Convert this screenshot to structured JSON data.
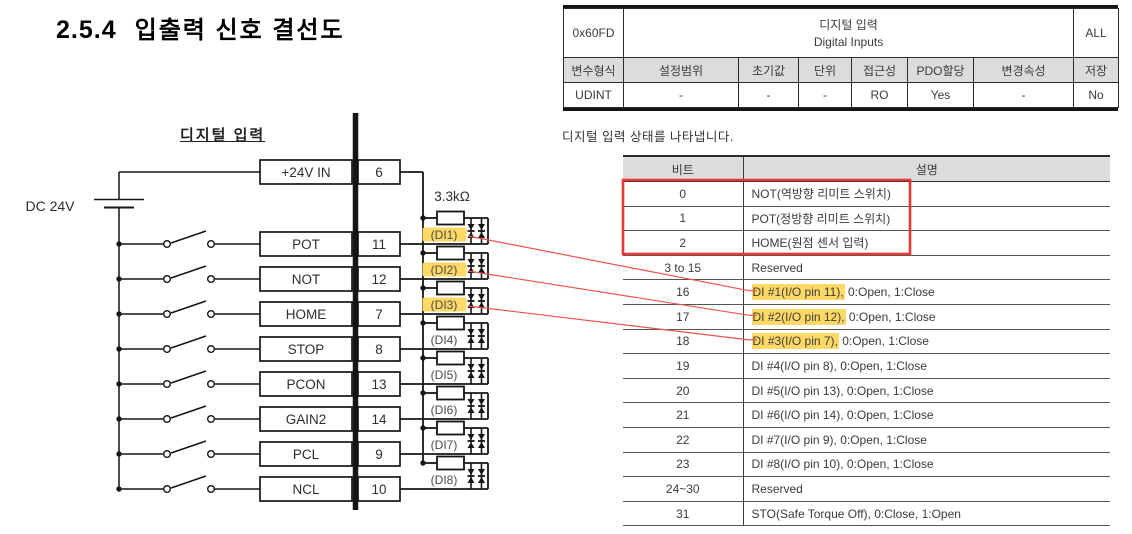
{
  "page": {
    "section_number": "2.5.4",
    "section_title": "입출력 신호 결선도",
    "description": "디지털 입력 상태를 나타냅니다."
  },
  "diagram": {
    "heading": "디지털 입력",
    "power_label": "DC 24V",
    "resistor_label": "3.3kΩ",
    "power_row": {
      "label": "+24V IN",
      "pin": "6"
    },
    "inputs": [
      {
        "label": "POT",
        "pin": "11",
        "di": "(DI1)",
        "highlight": true
      },
      {
        "label": "NOT",
        "pin": "12",
        "di": "(DI2)",
        "highlight": true
      },
      {
        "label": "HOME",
        "pin": "7",
        "di": "(DI3)",
        "highlight": true
      },
      {
        "label": "STOP",
        "pin": "8",
        "di": "(DI4)",
        "highlight": false
      },
      {
        "label": "PCON",
        "pin": "13",
        "di": "(DI5)",
        "highlight": false
      },
      {
        "label": "GAIN2",
        "pin": "14",
        "di": "(DI6)",
        "highlight": false
      },
      {
        "label": "PCL",
        "pin": "9",
        "di": "(DI7)",
        "highlight": false
      },
      {
        "label": "NCL",
        "pin": "10",
        "di": "(DI8)",
        "highlight": false
      }
    ]
  },
  "register_table": {
    "index": "0x60FD",
    "name_ko": "디지털 입력",
    "name_en": "Digital Inputs",
    "scope": "ALL",
    "headers": [
      "변수형식",
      "설정범위",
      "초기값",
      "단위",
      "접근성",
      "PDO할당",
      "변경속성",
      "저장"
    ],
    "values": [
      "UDINT",
      "-",
      "-",
      "-",
      "RO",
      "Yes",
      "-",
      "No"
    ]
  },
  "bits_table": {
    "headers": [
      "비트",
      "설명"
    ],
    "rows": [
      {
        "bit": "0",
        "highlight": "",
        "rest": "NOT(역방향 리미트 스위치)"
      },
      {
        "bit": "1",
        "highlight": "",
        "rest": "POT(정방향 리미트 스위치)"
      },
      {
        "bit": "2",
        "highlight": "",
        "rest": "HOME(원점 센서 입력)"
      },
      {
        "bit": "3 to 15",
        "highlight": "",
        "rest": "Reserved"
      },
      {
        "bit": "16",
        "highlight": "DI #1(I/O pin 11),",
        "rest": " 0:Open, 1:Close"
      },
      {
        "bit": "17",
        "highlight": "DI #2(I/O pin 12),",
        "rest": " 0:Open, 1:Close"
      },
      {
        "bit": "18",
        "highlight": "DI #3(I/O pin 7),",
        "rest": " 0:Open, 1:Close"
      },
      {
        "bit": "19",
        "highlight": "",
        "rest": "DI #4(I/O pin 8), 0:Open, 1:Close"
      },
      {
        "bit": "20",
        "highlight": "",
        "rest": "DI #5(I/O pin 13), 0:Open, 1:Close"
      },
      {
        "bit": "21",
        "highlight": "",
        "rest": "DI #6(I/O pin 14), 0:Open, 1:Close"
      },
      {
        "bit": "22",
        "highlight": "",
        "rest": "DI #7(I/O pin 9), 0:Open, 1:Close"
      },
      {
        "bit": "23",
        "highlight": "",
        "rest": "DI #8(I/O pin 10), 0:Open, 1:Close"
      },
      {
        "bit": "24~30",
        "highlight": "",
        "rest": "Reserved"
      },
      {
        "bit": "31",
        "highlight": "",
        "rest": "STO(Safe Torque Off), 0:Close, 1:Open"
      }
    ]
  },
  "annotations": {
    "boxed_bit_rows": [
      "0",
      "1",
      "2"
    ],
    "links": [
      {
        "from_di": "(DI1)",
        "to_bit": "16",
        "di_index": 0,
        "row_index": 4
      },
      {
        "from_di": "(DI2)",
        "to_bit": "17",
        "di_index": 1,
        "row_index": 5
      },
      {
        "from_di": "(DI3)",
        "to_bit": "18",
        "di_index": 2,
        "row_index": 6
      }
    ]
  },
  "colors": {
    "highlight_yellow": "#ffd966",
    "annotation_red": "#e53935",
    "link_red": "#ef5350",
    "table_header_bg": "#dcdcdc",
    "line_black": "#151515"
  }
}
